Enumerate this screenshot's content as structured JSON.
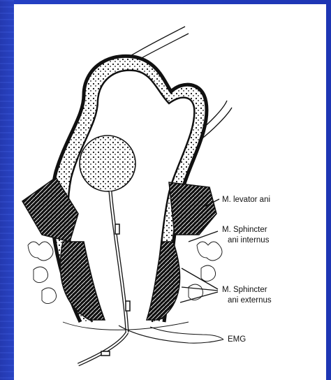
{
  "diagram": {
    "labels": {
      "levator_ani": "M. levator ani",
      "sphincter_internus_1": "M. Sphincter",
      "sphincter_internus_2": "ani internus",
      "sphincter_externus_1": "M. Sphincter",
      "sphincter_externus_2": "ani externus",
      "emg": "EMG"
    },
    "colors": {
      "background": "#1c2fa3",
      "paper": "#ffffff",
      "ink": "#111111"
    }
  }
}
